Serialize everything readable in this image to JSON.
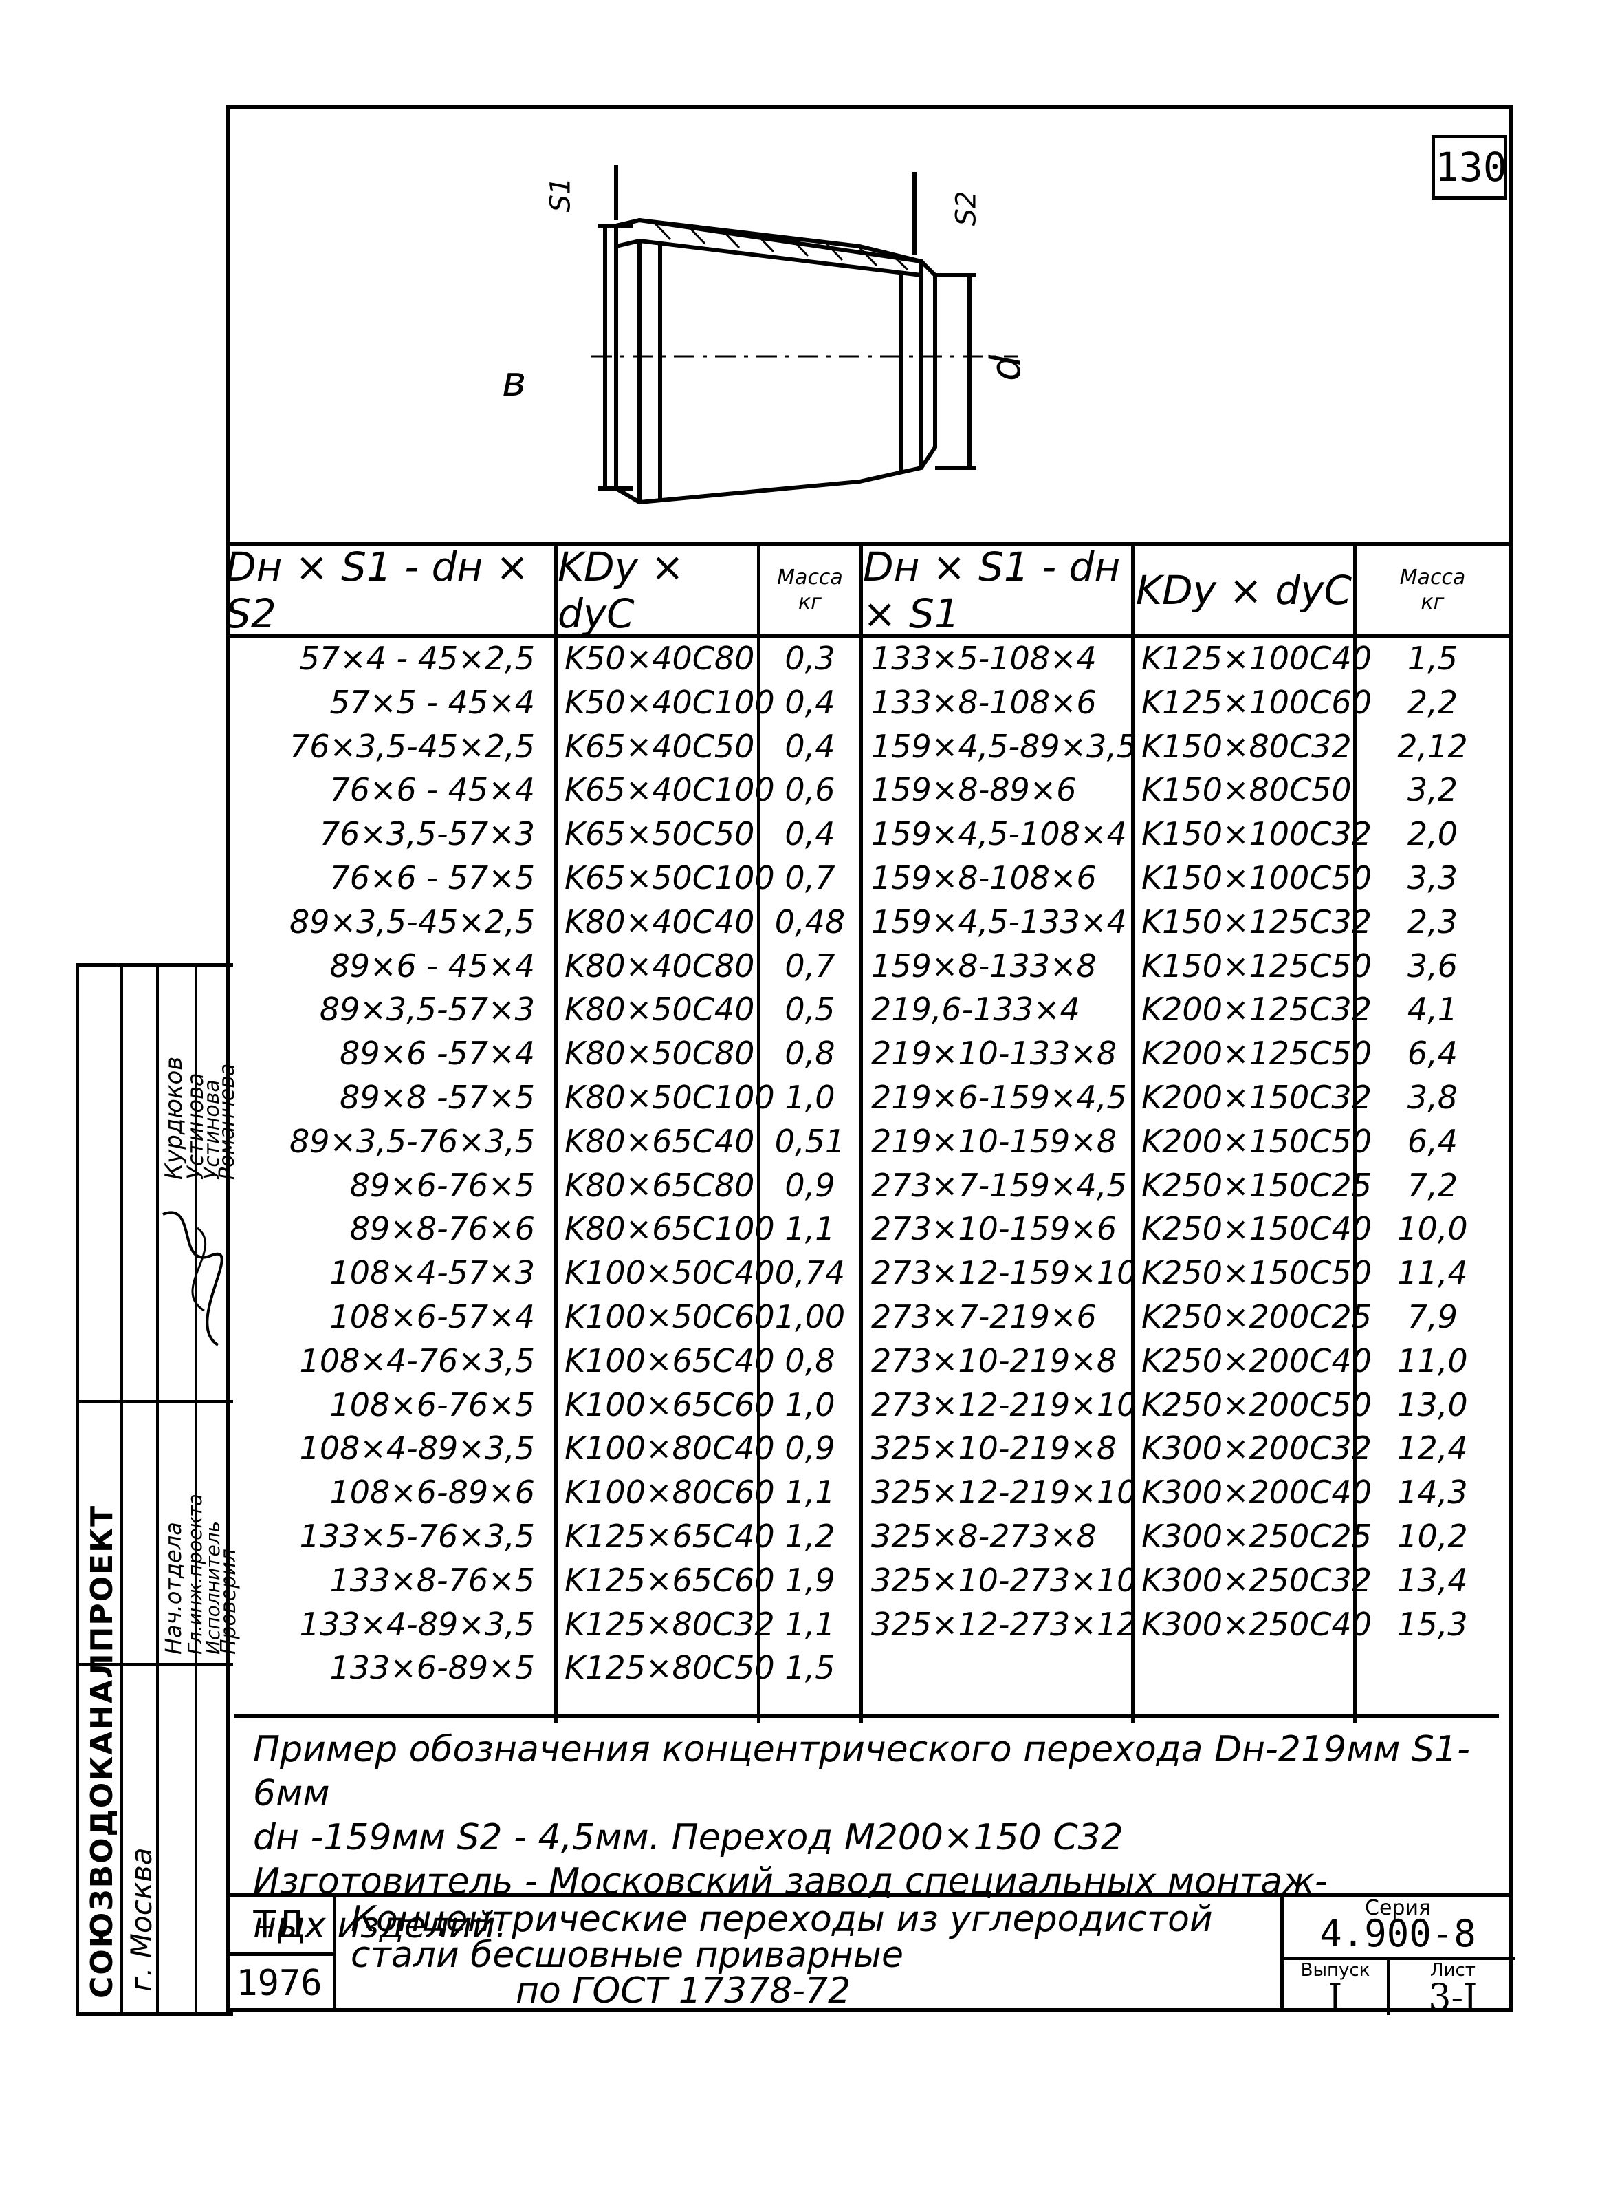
{
  "sheet_number": "130",
  "drawing_labels": {
    "s1": "S1",
    "s2": "S2",
    "b": "в",
    "d": "d"
  },
  "table": {
    "headers": {
      "c1": "Dн × S1 - dн × S2",
      "c2": "KDy × dyC",
      "c3_line1": "Масса",
      "c3_line2": "кг",
      "c4": "Dн × S1 - dн × S1",
      "c5": "KDy × dyC",
      "c6_line1": "Масса",
      "c6_line2": "кг"
    },
    "left": [
      [
        "57×4 - 45×2,5",
        "K50×40C80",
        "0,3"
      ],
      [
        "57×5 - 45×4",
        "K50×40C100",
        "0,4"
      ],
      [
        "76×3,5-45×2,5",
        "K65×40C50",
        "0,4"
      ],
      [
        "76×6 - 45×4",
        "K65×40C100",
        "0,6"
      ],
      [
        "76×3,5-57×3",
        "K65×50C50",
        "0,4"
      ],
      [
        "76×6 - 57×5",
        "K65×50C100",
        "0,7"
      ],
      [
        "89×3,5-45×2,5",
        "K80×40C40",
        "0,48"
      ],
      [
        "89×6 - 45×4",
        "K80×40C80",
        "0,7"
      ],
      [
        "89×3,5-57×3",
        "K80×50C40",
        "0,5"
      ],
      [
        "89×6 -57×4",
        "K80×50C80",
        "0,8"
      ],
      [
        "89×8 -57×5",
        "K80×50C100",
        "1,0"
      ],
      [
        "89×3,5-76×3,5",
        "K80×65C40",
        "0,51"
      ],
      [
        "89×6-76×5",
        "K80×65C80",
        "0,9"
      ],
      [
        "89×8-76×6",
        "K80×65C100",
        "1,1"
      ],
      [
        "108×4-57×3",
        "K100×50C40",
        "0,74"
      ],
      [
        "108×6-57×4",
        "K100×50C60",
        "1,00"
      ],
      [
        "108×4-76×3,5",
        "K100×65C40",
        "0,8"
      ],
      [
        "108×6-76×5",
        "K100×65C60",
        "1,0"
      ],
      [
        "108×4-89×3,5",
        "K100×80C40",
        "0,9"
      ],
      [
        "108×6-89×6",
        "K100×80C60",
        "1,1"
      ],
      [
        "133×5-76×3,5",
        "K125×65C40",
        "1,2"
      ],
      [
        "133×8-76×5",
        "K125×65C60",
        "1,9"
      ],
      [
        "133×4-89×3,5",
        "K125×80C32",
        "1,1"
      ],
      [
        "133×6-89×5",
        "K125×80C50",
        "1,5"
      ]
    ],
    "right": [
      [
        "133×5-108×4",
        "K125×100C40",
        "1,5"
      ],
      [
        "133×8-108×6",
        "K125×100C60",
        "2,2"
      ],
      [
        "159×4,5-89×3,5",
        "K150×80C32",
        "2,12"
      ],
      [
        "159×8-89×6",
        "K150×80C50",
        "3,2"
      ],
      [
        "159×4,5-108×4",
        "K150×100C32",
        "2,0"
      ],
      [
        "159×8-108×6",
        "K150×100C50",
        "3,3"
      ],
      [
        "159×4,5-133×4",
        "K150×125C32",
        "2,3"
      ],
      [
        "159×8-133×8",
        "K150×125C50",
        "3,6"
      ],
      [
        "219,6-133×4",
        "K200×125C32",
        "4,1"
      ],
      [
        "219×10-133×8",
        "K200×125C50",
        "6,4"
      ],
      [
        "219×6-159×4,5",
        "K200×150C32",
        "3,8"
      ],
      [
        "219×10-159×8",
        "K200×150C50",
        "6,4"
      ],
      [
        "273×7-159×4,5",
        "K250×150C25",
        "7,2"
      ],
      [
        "273×10-159×6",
        "K250×150C40",
        "10,0"
      ],
      [
        "273×12-159×10",
        "K250×150C50",
        "11,4"
      ],
      [
        "273×7-219×6",
        "K250×200C25",
        "7,9"
      ],
      [
        "273×10-219×8",
        "K250×200C40",
        "11,0"
      ],
      [
        "273×12-219×10",
        "K250×200C50",
        "13,0"
      ],
      [
        "325×10-219×8",
        "K300×200C32",
        "12,4"
      ],
      [
        "325×12-219×10",
        "K300×200C40",
        "14,3"
      ],
      [
        "325×8-273×8",
        "K300×250C25",
        "10,2"
      ],
      [
        "325×10-273×10",
        "K300×250C32",
        "13,4"
      ],
      [
        "325×12-273×12",
        "K300×250C40",
        "15,3"
      ]
    ]
  },
  "note": {
    "line1": "Пример обозначения концентрического перехода Dн-219мм S1-6мм",
    "line2": "dн -159мм S2 - 4,5мм. Переход M200×150 C32",
    "line3": "Изготовитель - Московский завод специальных монтаж-",
    "line4": "ных изделий."
  },
  "title_block": {
    "code": "ТД",
    "year": "1976",
    "title_line1": "Концентрические переходы из углеродистой",
    "title_line2": "стали бесшовные приварные",
    "title_line3": "по ГОСТ 17378-72",
    "series_label": "Серия",
    "series": "4.900-8",
    "issue_label": "Выпуск",
    "issue": "I",
    "sheet_label": "Лист",
    "sheet": "3-I"
  },
  "stamp": {
    "org": "СОЮЗВОДОКАНАЛПРОЕКТ",
    "city": "г. Москва",
    "roles": [
      "Нач.отдела",
      "Гл.инж.проекта",
      "Исполнитель",
      "Проверил"
    ],
    "names": [
      "Курдюков",
      "Устинова",
      "Устинова",
      "Романчева"
    ]
  }
}
